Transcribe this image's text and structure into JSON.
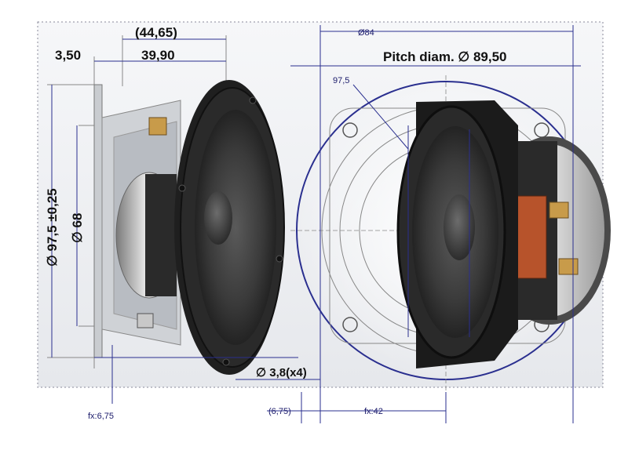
{
  "drawing": {
    "labels": {
      "overall_depth": "(44,65)",
      "flange_thickness": "3,50",
      "body_depth": "39,90",
      "outer_diameter": "∅ 97,5 ±0,25",
      "inner_diameter": "∅ 68",
      "front_diameter": "Ø84",
      "pitch_diameter": "Pitch diam. ∅ 89,50",
      "corner_dim": "97,5",
      "hole_spec": "∅ 3,8(x4)",
      "fx_left": "fx:6,75",
      "fx_offset": "(6,75)",
      "fx_right": "fx:42"
    },
    "colors": {
      "dimension_lines": "#2a2f8f",
      "drawing_lines": "#888888",
      "speaker_body": "#2b2b2b",
      "background_panel": "#eef0f4"
    }
  }
}
